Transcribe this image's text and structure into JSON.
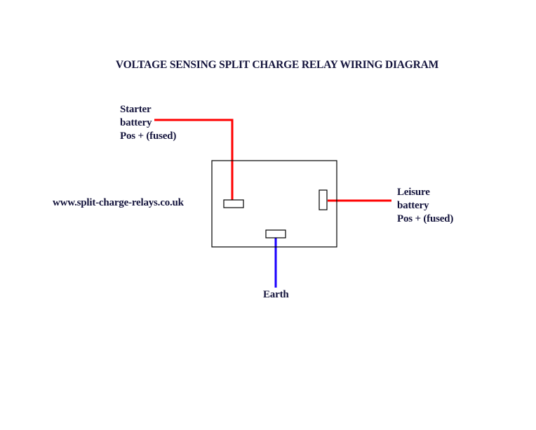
{
  "title": "VOLTAGE SENSING SPLIT CHARGE RELAY WIRING DIAGRAM",
  "labels": {
    "starter": [
      "Starter",
      "battery",
      "Pos + (fused)"
    ],
    "leisure": [
      "Leisure",
      "battery",
      "Pos + (fused)"
    ],
    "website": "www.split-charge-relays.co.uk",
    "earth": "Earth"
  },
  "colors": {
    "positive_wire": "#ff0000",
    "earth_wire": "#1a00ff",
    "outline": "#000000",
    "text": "#14143c"
  }
}
